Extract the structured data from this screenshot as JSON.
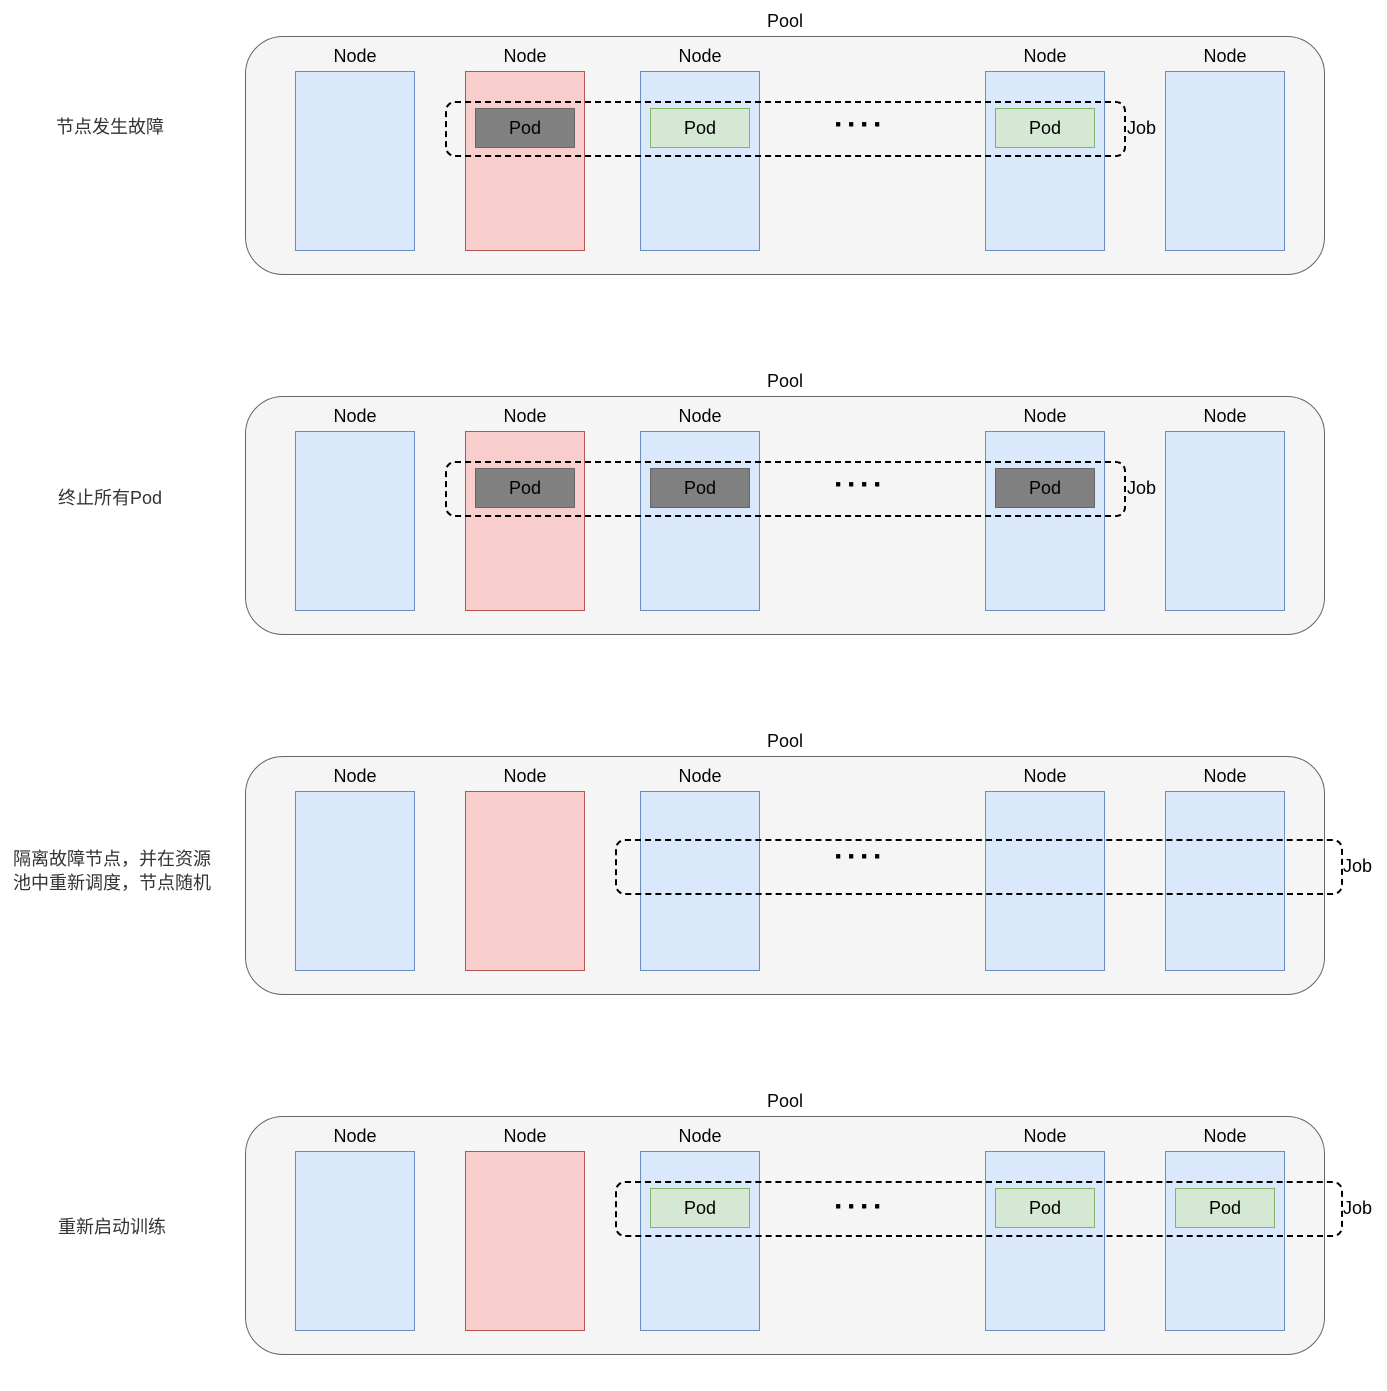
{
  "labels": {
    "pool": "Pool",
    "node": "Node",
    "pod": "Pod",
    "job": "Job",
    "dots": "····"
  },
  "steps": [
    {
      "label": "节点发生故障"
    },
    {
      "label": "终止所有Pod"
    },
    {
      "label": "隔离故障节点，并在资源池中重新调度，节点随机"
    },
    {
      "label": "重新启动训练"
    }
  ],
  "colors": {
    "node_ok_fill": "#dae8fc",
    "node_faulty_fill": "#f8cecc",
    "pod_running_fill": "#d5e8d4",
    "pod_terminated_fill": "#808080",
    "pool_fill": "#f5f5f5"
  }
}
